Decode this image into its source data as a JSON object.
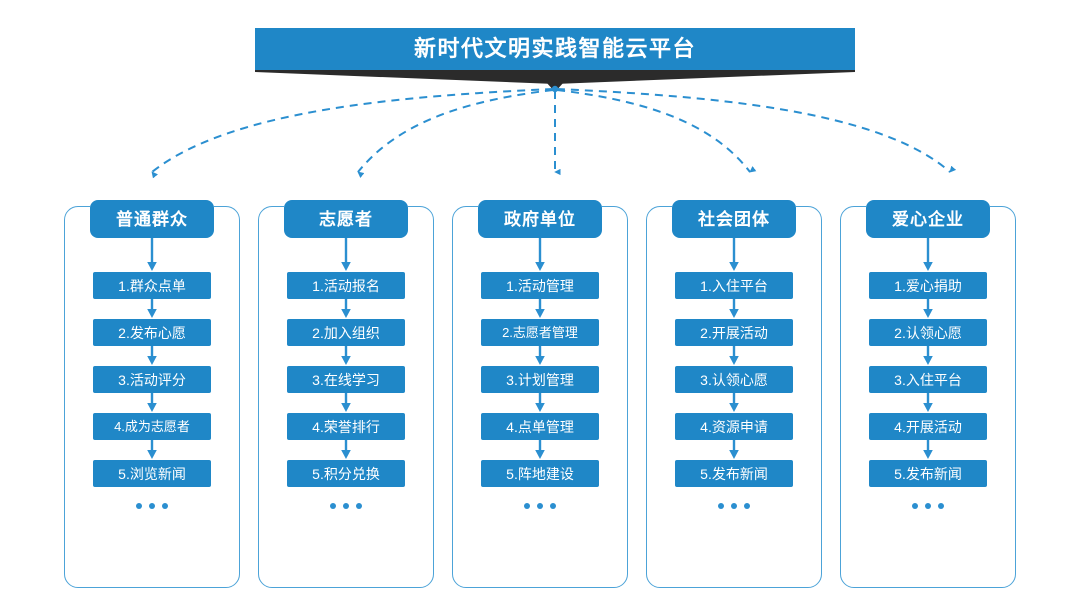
{
  "theme": {
    "primary_blue": "#1f87c7",
    "card_border_blue": "#4ca3d8",
    "dot_blue": "#2b8fd0",
    "shadow_dark": "#2b2b2b",
    "background": "#ffffff"
  },
  "banner": {
    "title": "新时代文明实践智能云平台"
  },
  "columns": [
    {
      "header": "普通群众",
      "items": [
        "1.群众点单",
        "2.发布心愿",
        "3.活动评分",
        "4.成为志愿者",
        "5.浏览新闻"
      ],
      "more": "..."
    },
    {
      "header": "志愿者",
      "items": [
        "1.活动报名",
        "2.加入组织",
        "3.在线学习",
        "4.荣誉排行",
        "5.积分兑换"
      ],
      "more": "..."
    },
    {
      "header": "政府单位",
      "items": [
        "1.活动管理",
        "2.志愿者管理",
        "3.计划管理",
        "4.点单管理",
        "5.阵地建设"
      ],
      "more": "..."
    },
    {
      "header": "社会团体",
      "items": [
        "1.入住平台",
        "2.开展活动",
        "3.认领心愿",
        "4.资源申请",
        "5.发布新闻"
      ],
      "more": "..."
    },
    {
      "header": "爱心企业",
      "items": [
        "1.爱心捐助",
        "2.认领心愿",
        "3.入住平台",
        "4.开展活动",
        "5.发布新闻"
      ],
      "more": "..."
    }
  ]
}
